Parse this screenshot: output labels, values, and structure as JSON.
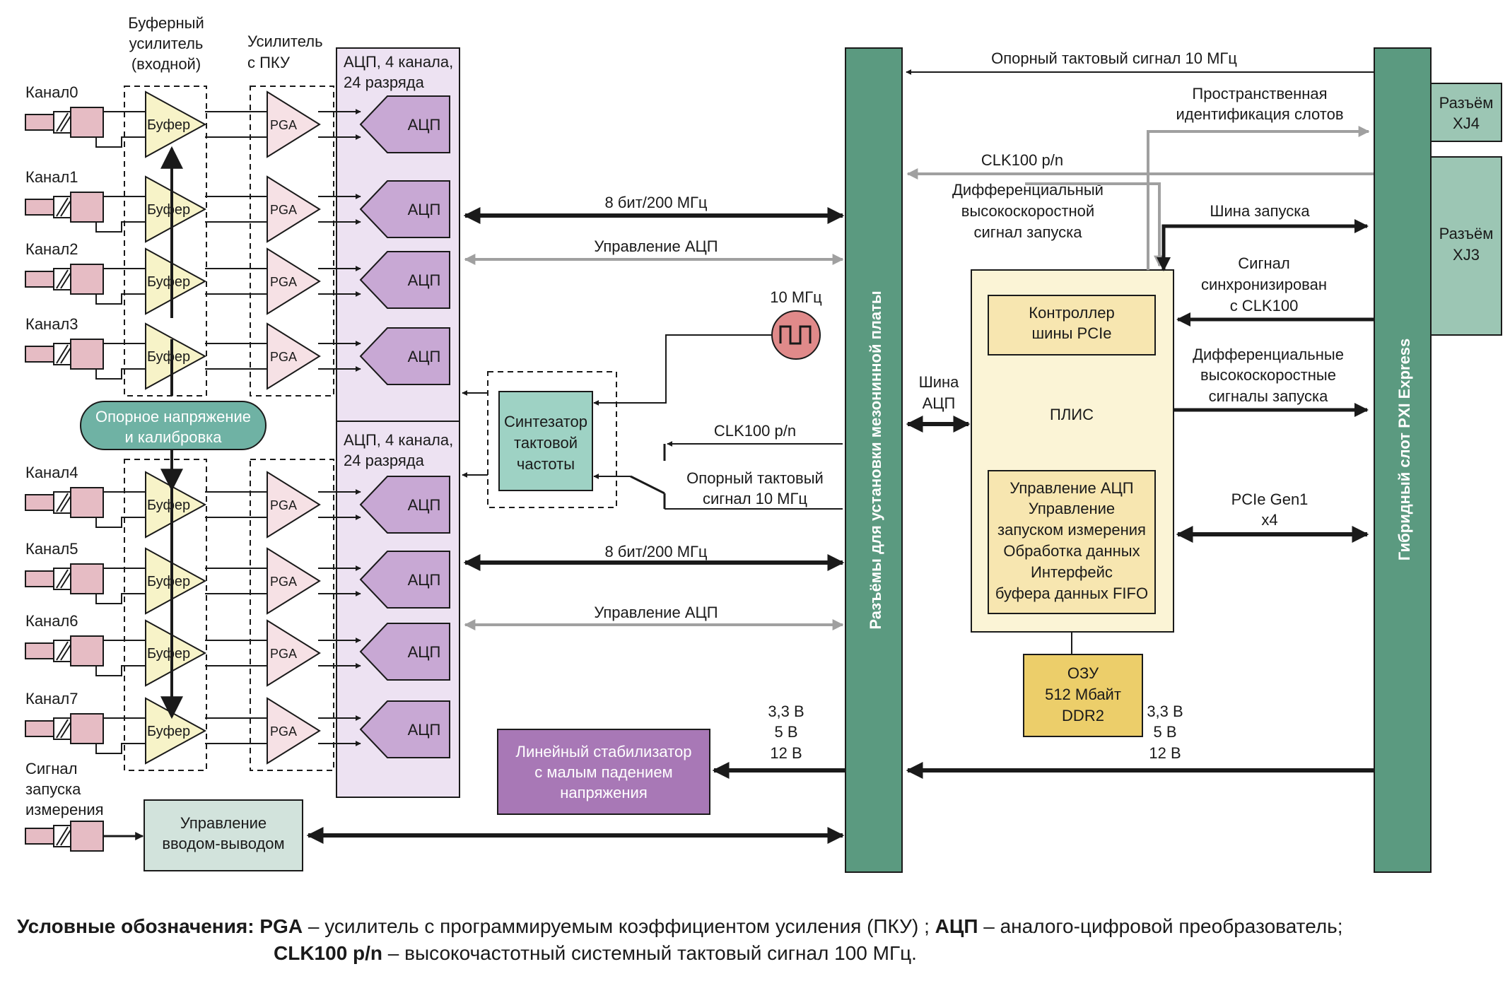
{
  "diagram": {
    "groups": {
      "buffer_title": [
        "Буферный",
        "усилитель",
        "(входной)"
      ],
      "pga_title": [
        "Усилитель",
        "с ПКУ"
      ],
      "adc_group_title": [
        "АЦП, 4 канала,",
        "24 разряда"
      ]
    },
    "channels": [
      "Канал0",
      "Канал1",
      "Канал2",
      "Канал3",
      "Канал4",
      "Канал5",
      "Канал6",
      "Канал7"
    ],
    "buffer_label": "Буфер",
    "pga_label": "PGA",
    "adc_label": "АЦП",
    "reference": [
      "Опорное напряжение",
      "и калибровка"
    ],
    "trigger_input": [
      "Сигнал",
      "запуска",
      "измерения"
    ],
    "io_control": [
      "Управление",
      "вводом-выводом"
    ],
    "synth": [
      "Синтезатор",
      "тактовой",
      "частоты"
    ],
    "osc_label": "10 МГц",
    "clk100_left": "CLK100 p/n",
    "ref_clk_left": [
      "Опорный тактовый",
      "сигнал 10 МГц"
    ],
    "bus_8bit": "8 бит/200 МГц",
    "adc_control": "Управление АЦП",
    "ldo": [
      "Линейный стабилизатор",
      "с малым падением",
      "напряжения"
    ],
    "voltages": [
      "3,3 В",
      "5 В",
      "12 В"
    ],
    "mezzanine": "Разъёмы для установки мезонинной платы",
    "adc_bus": [
      "Шина",
      "АЦП"
    ],
    "fpga_label": "ПЛИС",
    "pcie_controller": [
      "Контроллер",
      "шины PCIe"
    ],
    "fpga_functions": [
      "Управление АЦП",
      "Управление",
      "запуском измерения",
      "Обработка данных",
      "Интерфейс",
      "буфера данных FIFO"
    ],
    "ram": [
      "ОЗУ",
      "512 Мбайт",
      "DDR2"
    ],
    "ref_clk_top": "Опорный тактовый сигнал 10 МГц",
    "slot_id": [
      "Пространственная",
      "идентификация слотов"
    ],
    "clk100_top": "CLK100 p/n",
    "diff_trigger": [
      "Дифференциальный",
      "высокоскоростной",
      "сигнал запуска"
    ],
    "trigger_bus": "Шина запуска",
    "sync_signal": [
      "Сигнал",
      "синхронизирован",
      "с CLK100"
    ],
    "diff_triggers": [
      "Дифференциальные",
      "высокоскоростные",
      "сигналы запуска"
    ],
    "pcie_gen": [
      "PCIe Gen1",
      "x4"
    ],
    "pxi_slot": "Гибридный слот PXI Express",
    "xj4": [
      "Разъём",
      "XJ4"
    ],
    "xj3": [
      "Разъём",
      "XJ3"
    ]
  },
  "legend": {
    "heading": "Условные обозначения:",
    "pga_term": "PGA",
    "pga_def": " – усилитель с программируемым коэффициентом усиления (ПКУ) ; ",
    "adc_term": "АЦП",
    "adc_def": " – аналого-цифровой преобразователь;",
    "clk_term": "CLK100 p/n",
    "clk_def": " – высокочастотный системный тактовый сигнал 100 МГц."
  },
  "colors": {
    "green_bar": "#5b9a80",
    "adc_fill": "#c8a8d4",
    "adc_panel": "#ede2f2",
    "buffer_fill": "#f7f3c8",
    "pga_fill": "#f6e1e5",
    "fpga_fill": "#fbf4d6",
    "fpga_inner": "#f7e6b0",
    "ram_fill": "#ecce6a",
    "ldo_fill": "#a878b6",
    "synth_fill": "#9ed2c4",
    "reference_fill": "#6fb2a4",
    "io_fill": "#d2e3dc",
    "oscillator_fill": "#e08a8a",
    "connector_fill": "#e6bcc4",
    "xj_fill": "#9cc6b4"
  }
}
